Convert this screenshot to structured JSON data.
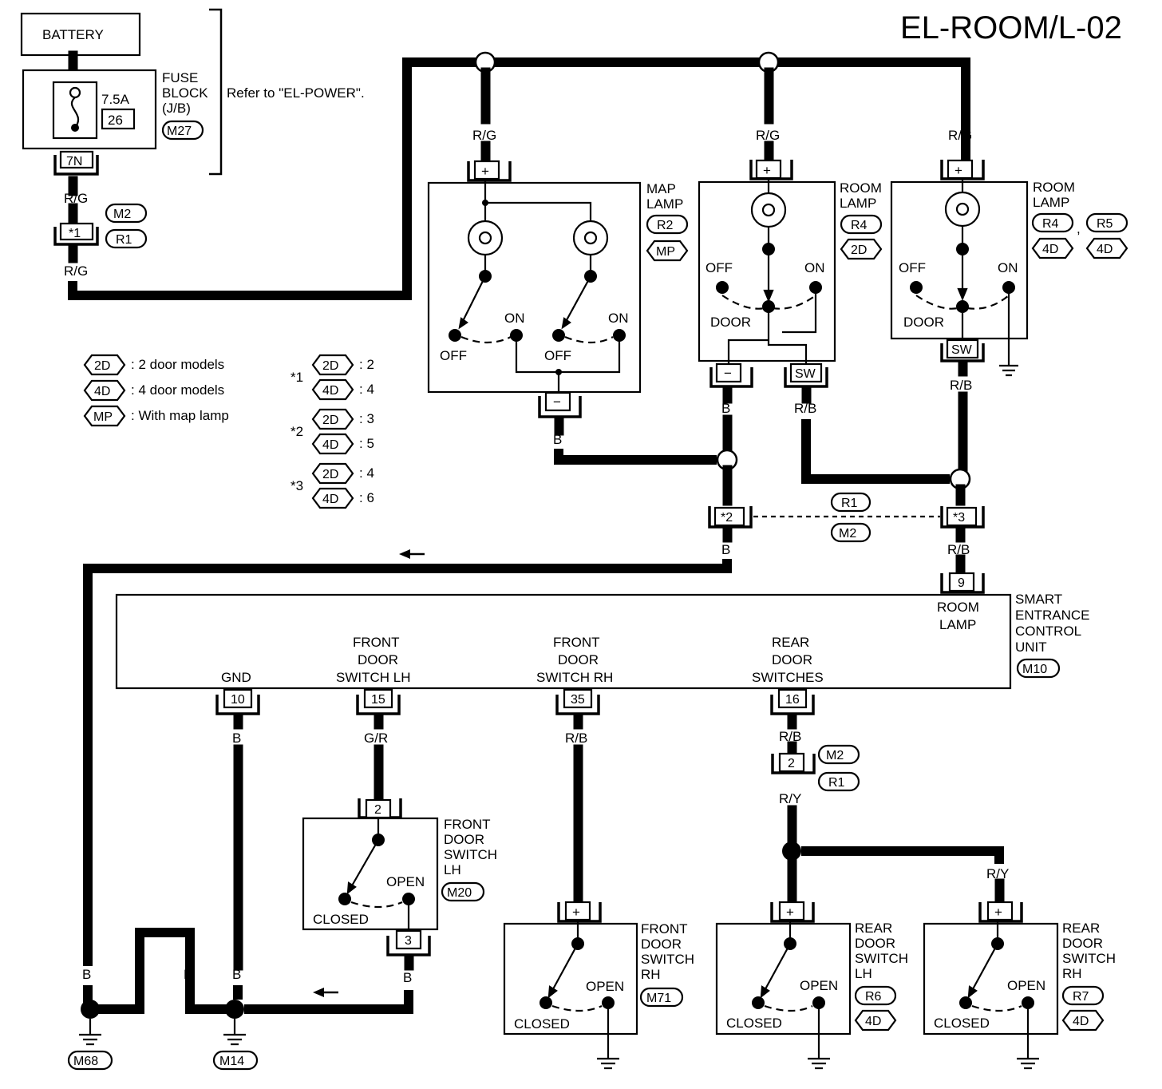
{
  "title": "EL-ROOM/L-02",
  "battery": "BATTERY",
  "fuse": {
    "l1": "FUSE",
    "l2": "BLOCK",
    "l3": "(J/B)",
    "rating": "7.5A",
    "number": "26",
    "connector": "M27",
    "pin": "7N",
    "refer": "Refer to \"EL-POWER\"."
  },
  "wires": {
    "rg": "R/G",
    "rb": "R/B",
    "b": "B",
    "gr": "G/R",
    "ry": "R/Y"
  },
  "connectors": {
    "m2": "M2",
    "r1": "R1",
    "r2": "R2",
    "r4": "R4",
    "r5": "R5",
    "r6": "R6",
    "r7": "R7",
    "m10": "M10",
    "m14": "M14",
    "m20": "M20",
    "m68": "M68",
    "m71": "M71",
    "mp": "MP",
    "d2": "2D",
    "d4": "4D"
  },
  "pins": {
    "s1": "*1",
    "s2": "*2",
    "s3": "*3",
    "p9": "9",
    "p10": "10",
    "p15": "15",
    "p35": "35",
    "p16": "16",
    "p2": "2",
    "p3": "3",
    "plus": "+",
    "minus": "−",
    "sw": "SW",
    "comma": ","
  },
  "map_lamp": {
    "l1": "MAP",
    "l2": "LAMP"
  },
  "room_lamp": {
    "l1": "ROOM",
    "l2": "LAMP"
  },
  "switch_states": {
    "off": "OFF",
    "on": "ON",
    "door": "DOOR",
    "open": "OPEN",
    "closed": "CLOSED"
  },
  "legend": {
    "d2_desc": ": 2 door models",
    "d4_desc": ": 4 door models",
    "mp_desc": ": With map lamp",
    "star1": "*1",
    "star2": "*2",
    "star3": "*3",
    "v2": ": 2",
    "v4": ": 4",
    "v3": ": 3",
    "v5": ": 5",
    "v4b": ": 4",
    "v6": ": 6"
  },
  "secu": {
    "l1": "SMART",
    "l2": "ENTRANCE",
    "l3": "CONTROL",
    "l4": "UNIT",
    "room_l1": "ROOM",
    "room_l2": "LAMP",
    "gnd": "GND",
    "fl1": "FRONT",
    "fl2": "DOOR",
    "fl3": "SWITCH LH",
    "fr1": "FRONT",
    "fr2": "DOOR",
    "fr3": "SWITCH RH",
    "rd1": "REAR",
    "rd2": "DOOR",
    "rd3": "SWITCHES"
  },
  "fdsw_lh": {
    "l1": "FRONT",
    "l2": "DOOR",
    "l3": "SWITCH",
    "l4": "LH"
  },
  "fdsw_rh": {
    "l1": "FRONT",
    "l2": "DOOR",
    "l3": "SWITCH",
    "l4": "RH"
  },
  "rdsw_lh": {
    "l1": "REAR",
    "l2": "DOOR",
    "l3": "SWITCH",
    "l4": "LH"
  },
  "rdsw_rh": {
    "l1": "REAR",
    "l2": "DOOR",
    "l3": "SWITCH",
    "l4": "RH"
  }
}
